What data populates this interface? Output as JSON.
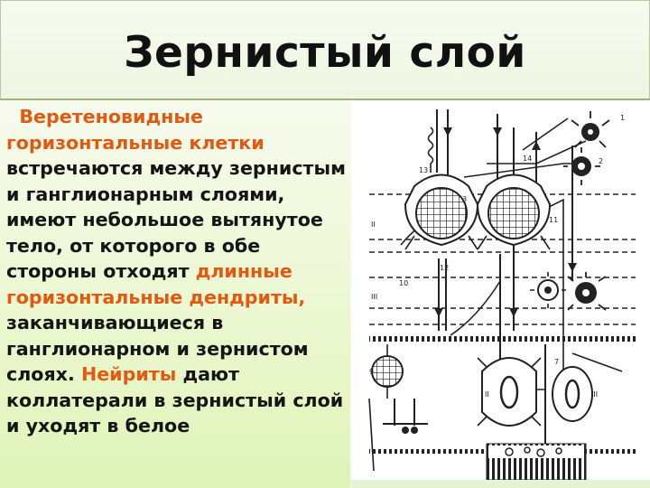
{
  "slide": {
    "title": "Зернистый слой",
    "body": {
      "p1": "Веретеновидные горизонтальные клетки",
      "p2": " встречаются между зернистым и ганглионарным слоями, имеют небольшое вытянутое тело, от которого в обе стороны отходят ",
      "p3": "длинные горизонтальные дендриты,",
      "p4": " заканчивающиеся в ганглионарном и зернистом слоях. ",
      "p5": "Нейриты",
      "p6": " дают коллатерали в зернистый слой и уходят в белое"
    }
  },
  "figure": {
    "labels": {
      "n1": "1",
      "n2": "2",
      "n3": "3",
      "n7": "7",
      "n9": "9",
      "n10": "10",
      "n11": "11",
      "n12": "12",
      "n13": "13",
      "n14": "14",
      "roman2": "II",
      "roman3": "III",
      "roman_ii": "II",
      "roman_iii": "III"
    }
  }
}
